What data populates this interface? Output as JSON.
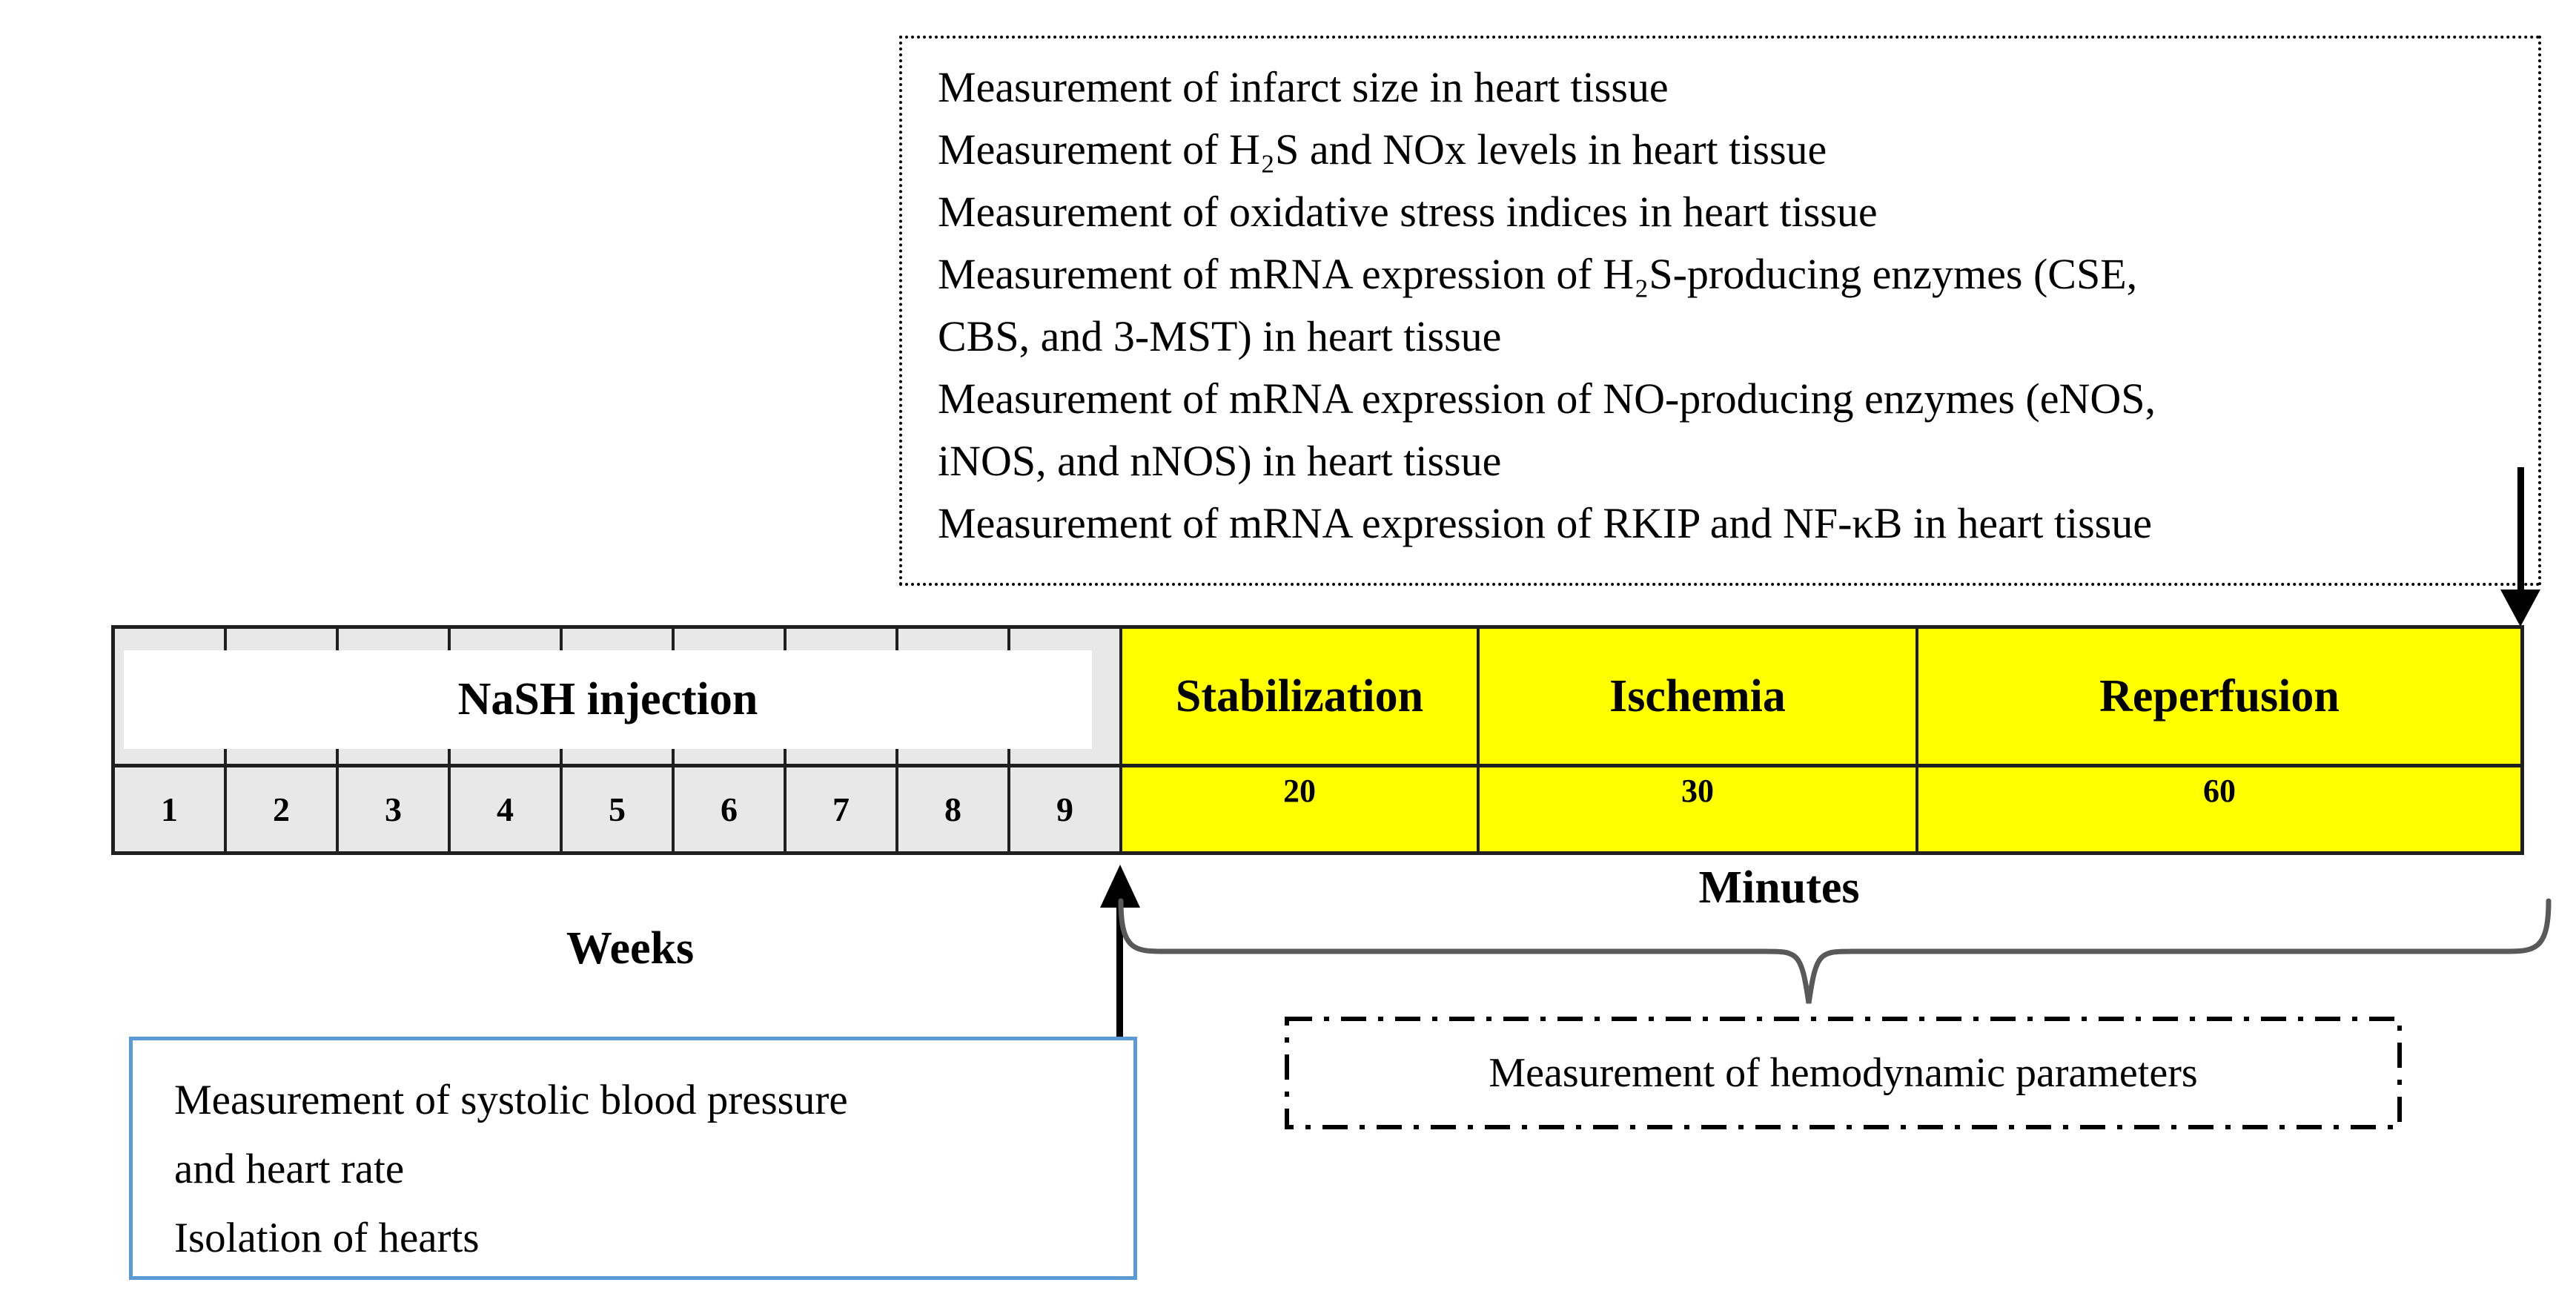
{
  "top_box": {
    "lines": [
      "Measurement of infarct size in heart tissue",
      "Measurement of H₂S and NOx levels in heart tissue",
      "Measurement of oxidative stress indices in heart tissue",
      "Measurement of mRNA expression of H₂S-producing enzymes (CSE,",
      "CBS, and 3-MST) in heart tissue",
      "Measurement of mRNA expression of NO-producing enzymes (eNOS,",
      "iNOS, and nNOS) in heart tissue",
      "Measurement of mRNA expression of RKIP and NF-κB in heart tissue"
    ]
  },
  "bar": {
    "injection_label": "NaSH injection",
    "week_numbers": [
      "1",
      "2",
      "3",
      "4",
      "5",
      "6",
      "7",
      "8",
      "9"
    ],
    "phases": [
      {
        "label": "Stabilization",
        "duration": "20"
      },
      {
        "label": "Ischemia",
        "duration": "30"
      },
      {
        "label": "Reperfusion",
        "duration": "60"
      }
    ]
  },
  "axis_labels": {
    "weeks": "Weeks",
    "minutes": "Minutes"
  },
  "bottom_left_box": {
    "lines": [
      "Measurement of systolic blood pressure",
      "and heart rate",
      "Isolation of hearts"
    ]
  },
  "hemodynamic_box": {
    "text": "Measurement of hemodynamic parameters"
  },
  "icons": {
    "down_arrow": "arrow-down",
    "up_arrow": "arrow-up",
    "brace": "curly-brace-horizontal"
  },
  "colors": {
    "phase_fill": "#FFFF00",
    "week_fill": "#E8E8E8",
    "blue_box_border": "#5B9BD5",
    "brace_gray": "#595959",
    "border_dark": "#1f1f1f",
    "text": "#000000"
  }
}
